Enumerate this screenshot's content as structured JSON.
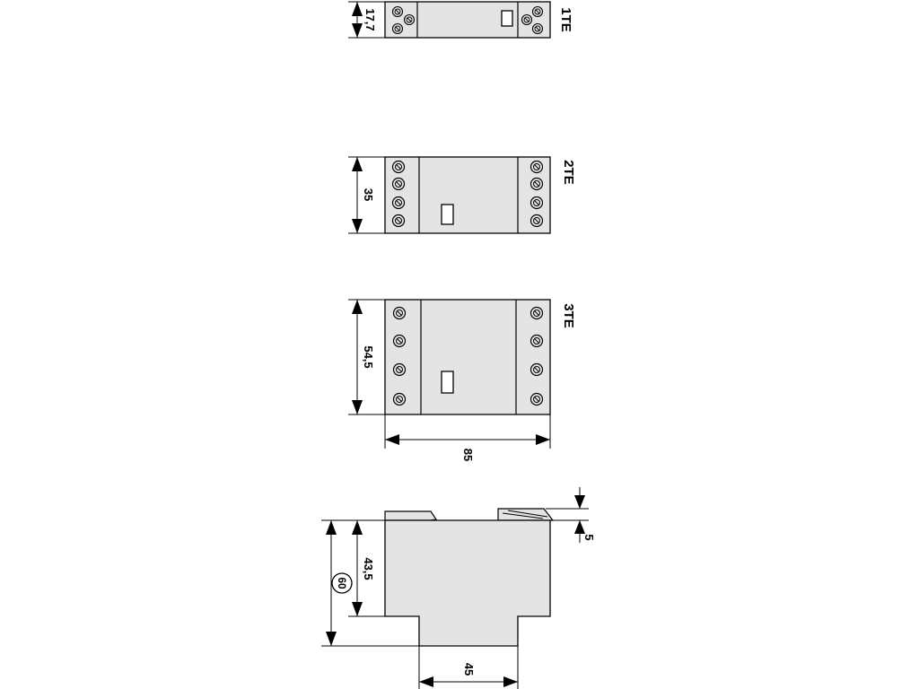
{
  "colors": {
    "body_fill": "#e4e4e4",
    "stroke": "#000000",
    "background": "#ffffff"
  },
  "modules": [
    {
      "id": "1te",
      "label": "1TE",
      "height_dim": "17,7"
    },
    {
      "id": "2te",
      "label": "2TE",
      "height_dim": "35"
    },
    {
      "id": "3te",
      "label": "3TE",
      "height_dim": "54,5"
    }
  ],
  "dimensions": {
    "width": "85",
    "side_depth": "43,5",
    "side_total": "60",
    "foot_width": "45",
    "clip_height": "5"
  }
}
